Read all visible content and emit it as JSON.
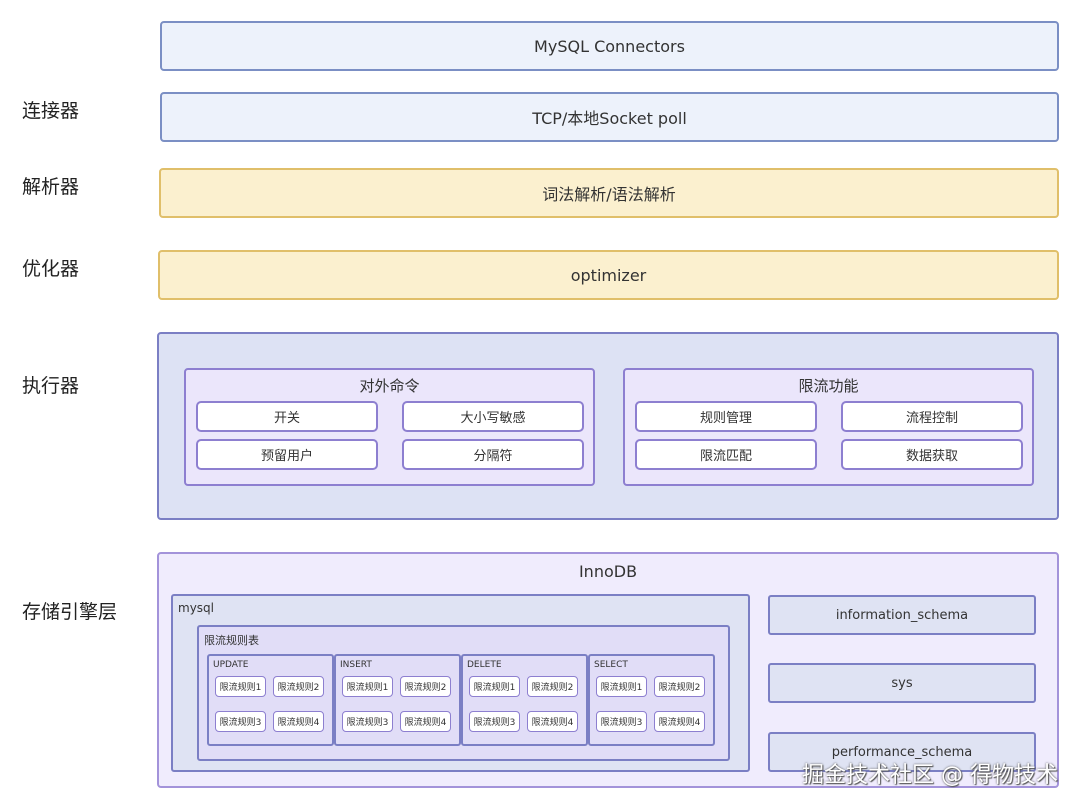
{
  "layers": {
    "connector": "连接器",
    "parser": "解析器",
    "optimizer": "优化器",
    "executor": "执行器",
    "storage": "存储引擎层"
  },
  "bars": {
    "connectors": "MySQL Connectors",
    "tcp": "TCP/本地Socket  poll",
    "parse": "词法解析/语法解析",
    "optimizer": "optimizer"
  },
  "executor": {
    "external": {
      "title": "对外命令",
      "items": [
        "开关",
        "大小写敏感",
        "预留用户",
        "分隔符"
      ]
    },
    "ratelimit": {
      "title": "限流功能",
      "items": [
        "规则管理",
        "流程控制",
        "限流匹配",
        "数据获取"
      ]
    }
  },
  "storage": {
    "title": "InnoDB",
    "mysql": {
      "title": "mysql",
      "table": {
        "title": "限流规则表",
        "ops": [
          {
            "name": "UPDATE",
            "rules": [
              "限流规则1",
              "限流规则2",
              "限流规则3",
              "限流规则4"
            ]
          },
          {
            "name": "INSERT",
            "rules": [
              "限流规则1",
              "限流规则2",
              "限流规则3",
              "限流规则4"
            ]
          },
          {
            "name": "DELETE",
            "rules": [
              "限流规则1",
              "限流规则2",
              "限流规则3",
              "限流规则4"
            ]
          },
          {
            "name": "SELECT",
            "rules": [
              "限流规则1",
              "限流规则2",
              "限流规则3",
              "限流规则4"
            ]
          }
        ]
      }
    },
    "schemas": [
      "information_schema",
      "sys",
      "performance_schema"
    ]
  },
  "watermark": "掘金技术社区 @ 得物技术"
}
